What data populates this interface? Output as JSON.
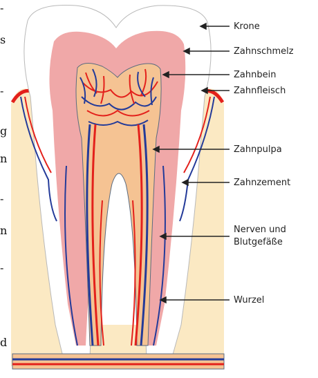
{
  "diagram": {
    "labels": {
      "krone": "Krone",
      "zahnschmelz": "Zahnschmelz",
      "zahnbein": "Zahnbein",
      "zahnfleisch": "Zahnfleisch",
      "zahnpulpa": "Zahnpulpa",
      "zahnzement": "Zahnzement",
      "nerven_line1": "Nerven und",
      "nerven_line2": "Blutgefäße",
      "wurzel": "Wurzel"
    },
    "colors": {
      "enamel": "#ffffff",
      "dentin": "#f0a8a8",
      "pulp": "#f5c393",
      "gum": "#fbe9c3",
      "vein": "#233a99",
      "artery": "#e3201b",
      "outline": "#5a6b80"
    }
  },
  "page_edge": {
    "fragments": [
      "s",
      "g",
      "n",
      "n",
      "d"
    ]
  }
}
